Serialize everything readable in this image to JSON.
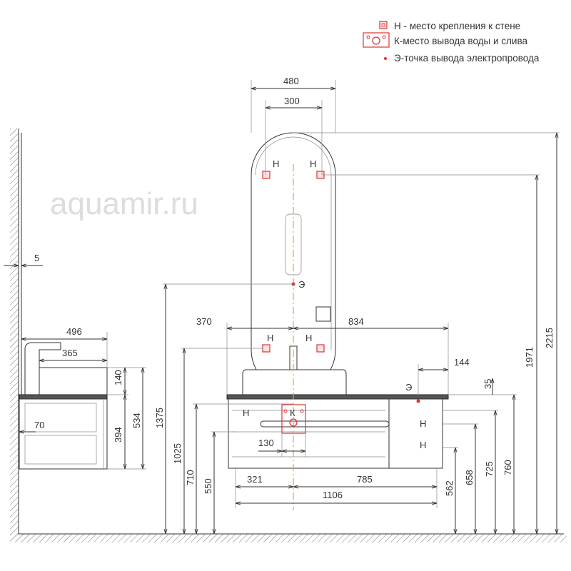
{
  "legend": {
    "items": [
      {
        "icon": "wall-mount-marker-icon",
        "label": "Н - место крепления к стене"
      },
      {
        "icon": "water-outlet-marker-icon",
        "label": "К-место вывода воды и слива"
      },
      {
        "icon": "electric-point-icon",
        "label": "Э-точка вывода электропровода"
      }
    ]
  },
  "marks": {
    "mount": "Н",
    "water": "К",
    "electric": "Э"
  },
  "watermark": "aquamir.ru",
  "dims": {
    "mirror_width": "480",
    "mount_spacing_top": "300",
    "wall_gap": "5",
    "side_depth": "496",
    "basin_depth": "365",
    "basin_height": "140",
    "side_total_height": "534",
    "cabinet_height": "394",
    "side_offset": "70",
    "h1375": "1375",
    "h1025": "1025",
    "h710": "710",
    "h550": "550",
    "left_370": "370",
    "right_834": "834",
    "right_144": "144",
    "top_35": "35",
    "outlet_130": "130",
    "left_321": "321",
    "right_785": "785",
    "total_1106": "1106",
    "h562": "562",
    "h658": "658",
    "h725": "725",
    "h760": "760",
    "h1971": "1971",
    "h2215": "2215"
  },
  "colors": {
    "marker": "#d33333",
    "axis": "#e8a040"
  }
}
